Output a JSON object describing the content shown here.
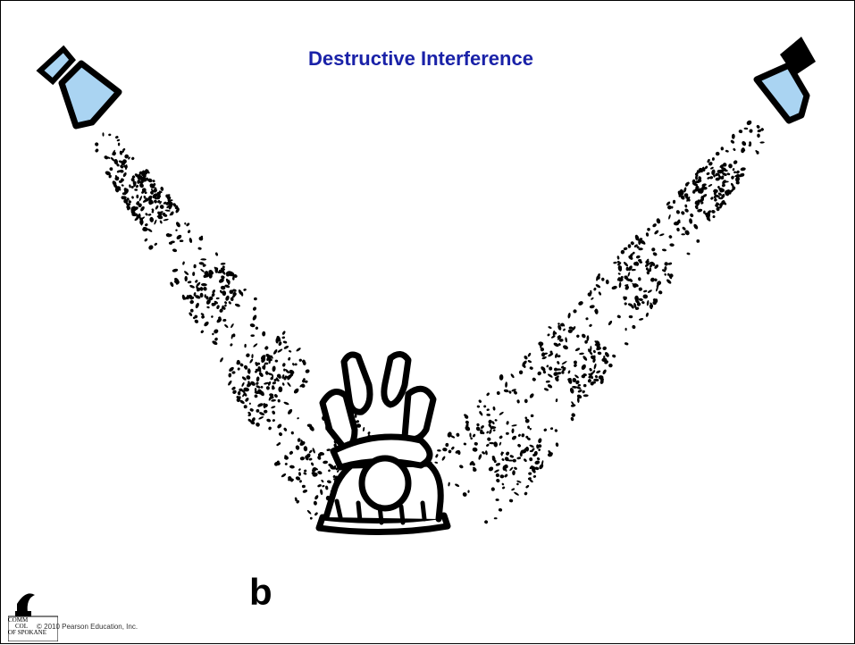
{
  "title": "Destructive Interference",
  "panel_label": "b",
  "copyright": "© 2010 Pearson Education, Inc.",
  "logo": {
    "lines": [
      "COMM",
      "COL",
      "OF SPOKANE"
    ]
  },
  "colors": {
    "title": "#1a22a8",
    "spotlight_fill": "#aad4f2",
    "ink": "#000000"
  },
  "icons": [
    "spotlight-icon",
    "sound-wave-particles",
    "cartoon-hand"
  ]
}
